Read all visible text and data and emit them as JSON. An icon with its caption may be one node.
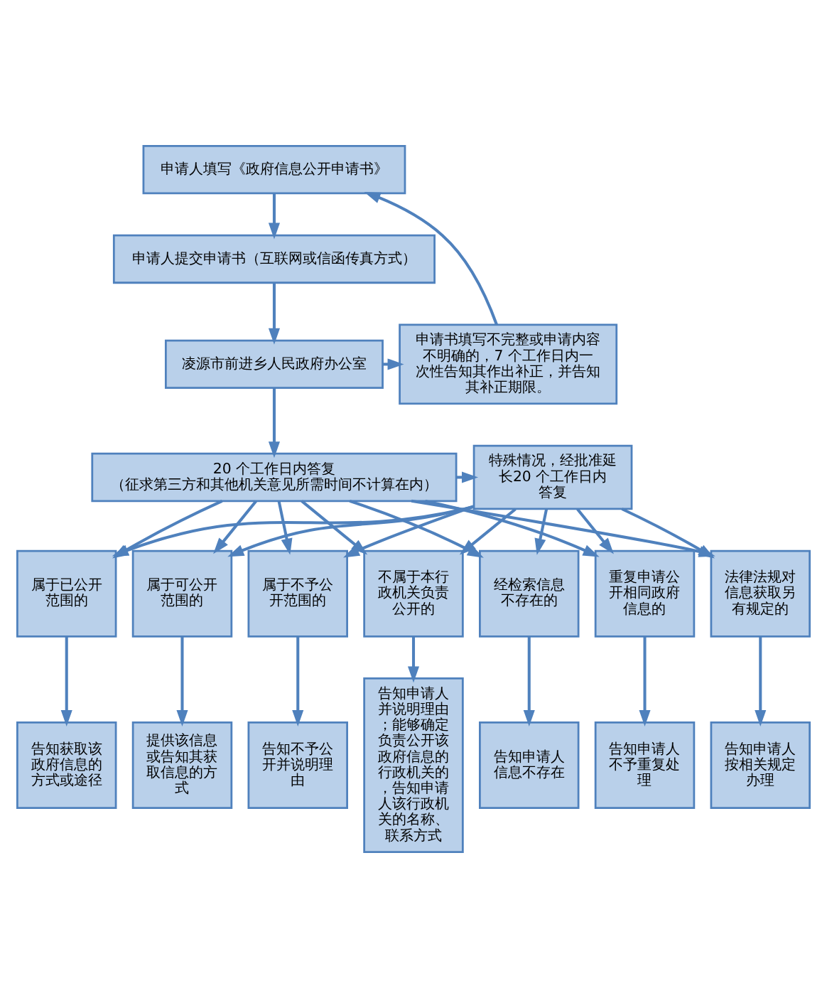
{
  "diagram": {
    "nodes": [
      {
        "text": [
          "申请人填写《政府信息公开申请书》"
        ]
      },
      {
        "text": [
          "申请人提交申请书（互联网或信函传真方式）"
        ]
      },
      {
        "text": [
          "凌源市前进乡人民政府办公室"
        ]
      },
      {
        "text": [
          "申请书填写不完整或申请内容不明确的，7 个工作日内一次性告知其作出补正，并告知其补正期限。"
        ]
      },
      {
        "text": [
          "20 个工作日内答复",
          "（征求第三方和其他机关意见所需时间不计算在内）"
        ]
      },
      {
        "text": [
          "特殊情况，经批准延长20 个工作日内答复"
        ]
      },
      {
        "text": [
          "属于已公开范围的"
        ]
      },
      {
        "text": [
          "属于可公开范围的"
        ]
      },
      {
        "text": [
          "属于不予公开范围的"
        ]
      },
      {
        "text": [
          "不属于本行政机关负责公开的"
        ]
      },
      {
        "text": [
          "经检索信息不存在的"
        ]
      },
      {
        "text": [
          "重复申请公开相同政府信息的"
        ]
      },
      {
        "text": [
          "法律法规对信息获取另有规定的"
        ]
      },
      {
        "text": [
          "告知获取该政府信息的方式或途径"
        ]
      },
      {
        "text": [
          "提供该信息或告知其获取信息的方式"
        ]
      },
      {
        "text": [
          "告知不予公开并说明理由"
        ]
      },
      {
        "text": [
          "告知申请人并说明理由；能够确定负责公开该政府信息的行政机关的，告知申请人该行政机关的名称、联系方式"
        ]
      },
      {
        "text": [
          "告知申请人信息不存在"
        ]
      },
      {
        "text": [
          "告知申请人不予重复处理"
        ]
      },
      {
        "text": [
          "告知申请人按相关规定办理"
        ]
      }
    ],
    "edges": [
      {
        "from": 0,
        "to": 1,
        "arrow": "to"
      },
      {
        "from": 1,
        "to": 2,
        "arrow": "to"
      },
      {
        "from": 2,
        "to": 3,
        "arrow": "to"
      },
      {
        "from": 3,
        "to": 0,
        "arrow": "to"
      },
      {
        "from": 2,
        "to": 4,
        "arrow": "to"
      },
      {
        "from": 4,
        "to": 5,
        "arrow": "to"
      },
      {
        "from": 4,
        "to": 6,
        "arrow": "to"
      },
      {
        "from": 4,
        "to": 7,
        "arrow": "to"
      },
      {
        "from": 4,
        "to": 8,
        "arrow": "to"
      },
      {
        "from": 4,
        "to": 9,
        "arrow": "to"
      },
      {
        "from": 4,
        "to": 10,
        "arrow": "to"
      },
      {
        "from": 4,
        "to": 11,
        "arrow": "to"
      },
      {
        "from": 4,
        "to": 12,
        "arrow": "to"
      },
      {
        "from": 5,
        "to": 6,
        "arrow": "to"
      },
      {
        "from": 5,
        "to": 7,
        "arrow": "to"
      },
      {
        "from": 5,
        "to": 8,
        "arrow": "to"
      },
      {
        "from": 5,
        "to": 9,
        "arrow": "to"
      },
      {
        "from": 5,
        "to": 10,
        "arrow": "to"
      },
      {
        "from": 5,
        "to": 11,
        "arrow": "to"
      },
      {
        "from": 5,
        "to": 12,
        "arrow": "to"
      },
      {
        "from": 6,
        "to": 13,
        "arrow": "to"
      },
      {
        "from": 7,
        "to": 14,
        "arrow": "to"
      },
      {
        "from": 8,
        "to": 15,
        "arrow": "to"
      },
      {
        "from": 9,
        "to": 16,
        "arrow": "to"
      },
      {
        "from": 10,
        "to": 17,
        "arrow": "to"
      },
      {
        "from": 11,
        "to": 18,
        "arrow": "to"
      },
      {
        "from": 12,
        "to": 19,
        "arrow": "to"
      }
    ]
  }
}
